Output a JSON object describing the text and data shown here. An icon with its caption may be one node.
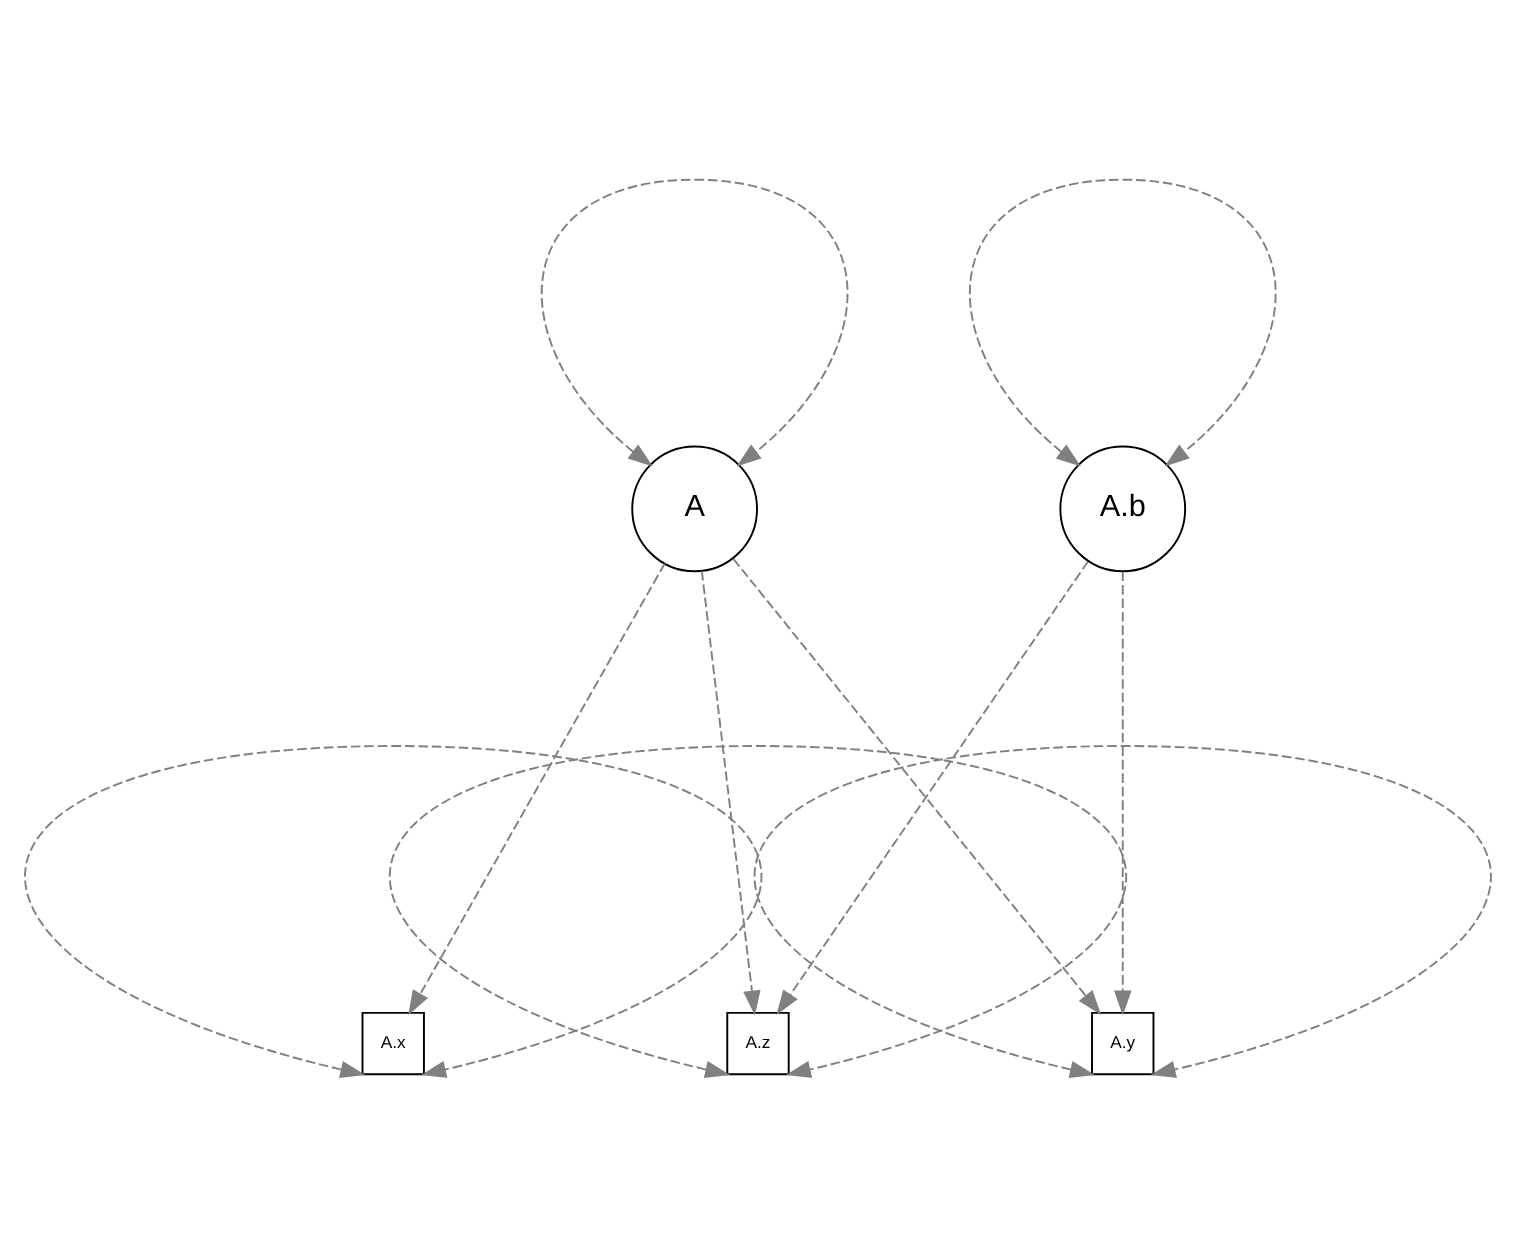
{
  "diagram": {
    "nodes": [
      {
        "text": [
          "A"
        ]
      },
      {
        "text": [
          "A.b"
        ]
      },
      {
        "text": [
          "A.x"
        ]
      },
      {
        "text": [
          "A.y"
        ]
      },
      {
        "text": [
          "A.z"
        ]
      }
    ],
    "edges": [
      {
        "from": 0,
        "to": 0,
        "arrow": "both",
        "style": "dashed"
      },
      {
        "from": 1,
        "to": 1,
        "arrow": "both",
        "style": "dashed"
      },
      {
        "from": 0,
        "to": 2,
        "arrow": "to",
        "style": "dashed"
      },
      {
        "from": 0,
        "to": 3,
        "arrow": "to",
        "style": "dashed"
      },
      {
        "from": 0,
        "to": 4,
        "arrow": "to",
        "style": "dashed"
      },
      {
        "from": 1,
        "to": 3,
        "arrow": "to",
        "style": "dashed"
      },
      {
        "from": 1,
        "to": 4,
        "arrow": "to",
        "style": "dashed"
      },
      {
        "from": 2,
        "to": 2,
        "arrow": "both",
        "style": "dashed"
      },
      {
        "from": 3,
        "to": 3,
        "arrow": "both",
        "style": "dashed"
      },
      {
        "from": 4,
        "to": 4,
        "arrow": "both",
        "style": "dashed"
      }
    ]
  }
}
